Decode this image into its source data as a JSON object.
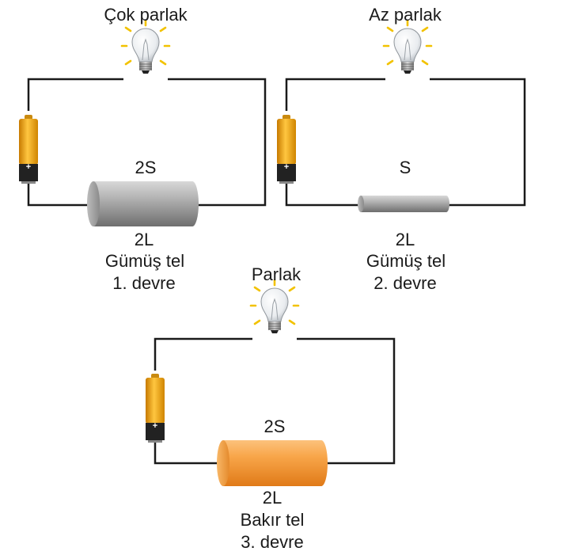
{
  "colors": {
    "wire": "#1a1a1a",
    "silver": "#9a9a9a",
    "copper": "#f5a040",
    "battery": "#f0a020",
    "battery_cap": "#222222",
    "glow": "#f2c200"
  },
  "circuits": [
    {
      "brightness": "Çok parlak",
      "area": "2S",
      "length": "2L",
      "material": "Gümüş tel",
      "circuit_name": "1. devre",
      "battery_sign": "+"
    },
    {
      "brightness": "Az parlak",
      "area": "S",
      "length": "2L",
      "material": "Gümüş tel",
      "circuit_name": "2. devre",
      "battery_sign": "+"
    },
    {
      "brightness": "Parlak",
      "area": "2S",
      "length": "2L",
      "material": "Bakır tel",
      "circuit_name": "3. devre",
      "battery_sign": "+"
    }
  ]
}
